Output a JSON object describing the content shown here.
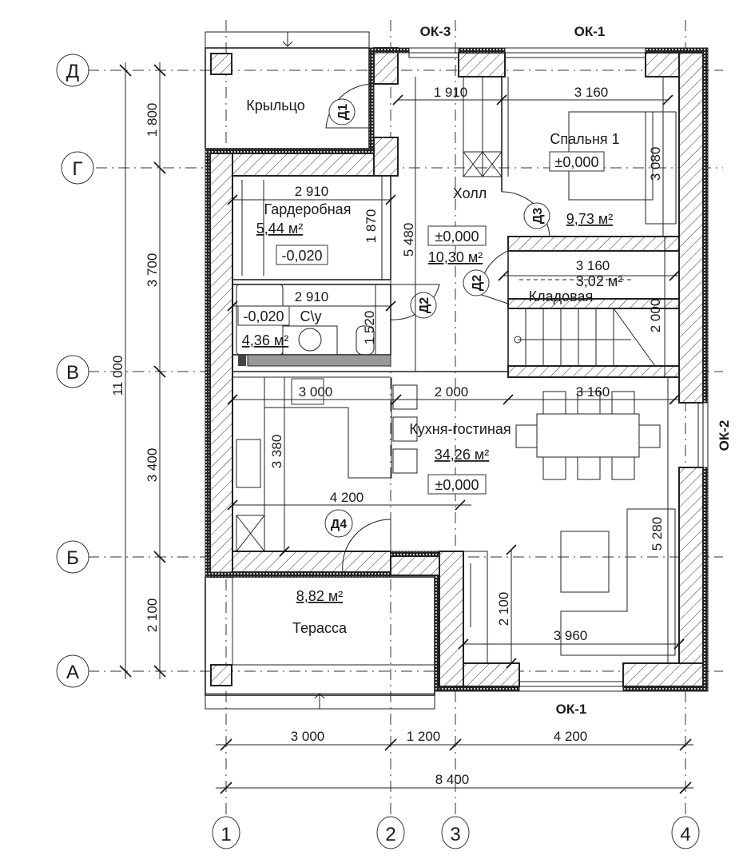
{
  "axes": {
    "rows": [
      "Д",
      "Г",
      "В",
      "Б",
      "А"
    ],
    "cols": [
      "1",
      "2",
      "3",
      "4"
    ]
  },
  "windows": {
    "ok3_top": "ОК-3",
    "ok1_top": "ОК-1",
    "ok2_right": "ОК-2",
    "ok1_bottom": "ОК-1"
  },
  "rooms": {
    "porch": {
      "name": "Крыльцо"
    },
    "wardrobe": {
      "name": "Гардеробная",
      "area": "5,44 м²",
      "level": "-0,020"
    },
    "bathroom": {
      "name": "С\\у",
      "area": "4,36 м²",
      "level": "-0,020"
    },
    "hall": {
      "name": "Холл",
      "area": "10,30 м²",
      "level": "±0,000"
    },
    "bedroom": {
      "name": "Спальня 1",
      "area": "9,73 м²",
      "level": "±0,000"
    },
    "storage": {
      "name": "Кладовая",
      "area": "3,02 м²"
    },
    "kitchen": {
      "name": "Кухня-гостиная",
      "area": "34,26 м²",
      "level": "±0,000"
    },
    "terrace": {
      "name": "Терасса",
      "area": "8,82 м²"
    }
  },
  "doors": {
    "d1": "Д1",
    "d2a": "Д2",
    "d2b": "Д2",
    "d3": "Д3",
    "d4": "Д4"
  },
  "dimensions": {
    "left_outer": "11 000",
    "left_d_g": "1 800",
    "left_g_v": "3 700",
    "left_v_b": "3 400",
    "left_b_a": "2 100",
    "bottom_1_2": "3 000",
    "bottom_2_3": "1 200",
    "bottom_3_4": "4 200",
    "bottom_total": "8 400",
    "hall_width": "1 910",
    "bedroom_width": "3 160",
    "bedroom_height": "3 080",
    "wardrobe_width": "2 910",
    "wardrobe_height": "1 870",
    "hall_height": "5 480",
    "bath_width": "2 910",
    "bath_height": "1 520",
    "storage_width": "3 160",
    "stair_height": "2 000",
    "kitchen_w1": "3 000",
    "kitchen_w2": "2 000",
    "kitchen_w3": "3 160",
    "kitchen_h": "3 380",
    "kitchen_w_lower": "4 200",
    "living_h": "5 280",
    "corridor_h": "2 100",
    "living_w": "3 960"
  }
}
